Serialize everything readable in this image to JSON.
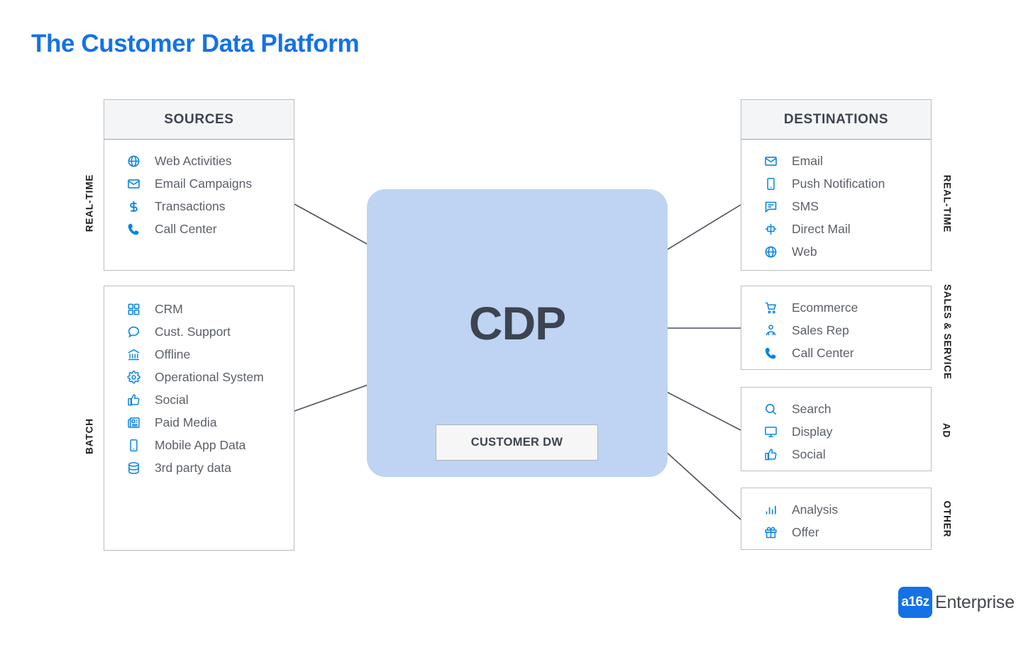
{
  "page": {
    "title": "The Customer Data Platform",
    "accent_color": "#1472e6",
    "icon_color": "#0a84e0",
    "text_color": "#5b6068",
    "cdp_panel_color": "#bed4f2"
  },
  "center": {
    "cdp_label": "CDP",
    "customer_dw_label": "CUSTOMER DW"
  },
  "sources": {
    "header": "SOURCES",
    "bands": [
      {
        "label": "REAL-TIME"
      },
      {
        "label": "BATCH"
      }
    ],
    "realtime_items": [
      {
        "icon": "globe-icon",
        "label": "Web Activities"
      },
      {
        "icon": "envelope-icon",
        "label": "Email Campaigns"
      },
      {
        "icon": "dollar-icon",
        "label": "Transactions"
      },
      {
        "icon": "phone-icon",
        "label": "Call Center"
      }
    ],
    "batch_items": [
      {
        "icon": "grid-icon",
        "label": "CRM"
      },
      {
        "icon": "speech-bubble-icon",
        "label": "Cust. Support"
      },
      {
        "icon": "bank-icon",
        "label": "Offline"
      },
      {
        "icon": "gear-icon",
        "label": "Operational System"
      },
      {
        "icon": "thumbs-up-icon",
        "label": "Social"
      },
      {
        "icon": "newspaper-icon",
        "label": "Paid Media"
      },
      {
        "icon": "mobile-icon",
        "label": "Mobile App Data"
      },
      {
        "icon": "database-icon",
        "label": "3rd party data"
      }
    ]
  },
  "destinations": {
    "header": "DESTINATIONS",
    "bands": [
      {
        "label": "REAL-TIME"
      },
      {
        "label": "SALES & SERVICE"
      },
      {
        "label": "AD"
      },
      {
        "label": "OTHER"
      }
    ],
    "realtime_items": [
      {
        "icon": "envelope-icon",
        "label": "Email"
      },
      {
        "icon": "mobile-icon",
        "label": "Push Notification"
      },
      {
        "icon": "chat-icon",
        "label": "SMS"
      },
      {
        "icon": "mailbox-icon",
        "label": "Direct Mail"
      },
      {
        "icon": "globe-icon",
        "label": "Web"
      }
    ],
    "sales_items": [
      {
        "icon": "cart-icon",
        "label": "Ecommerce"
      },
      {
        "icon": "people-icon",
        "label": "Sales Rep"
      },
      {
        "icon": "phone-icon",
        "label": "Call Center"
      }
    ],
    "ad_items": [
      {
        "icon": "search-icon",
        "label": "Search"
      },
      {
        "icon": "monitor-icon",
        "label": "Display"
      },
      {
        "icon": "thumbs-up-icon",
        "label": "Social"
      }
    ],
    "other_items": [
      {
        "icon": "bar-chart-icon",
        "label": "Analysis"
      },
      {
        "icon": "gift-icon",
        "label": "Offer"
      }
    ]
  },
  "logo": {
    "mark": "a16z",
    "text": "Enterprise"
  }
}
